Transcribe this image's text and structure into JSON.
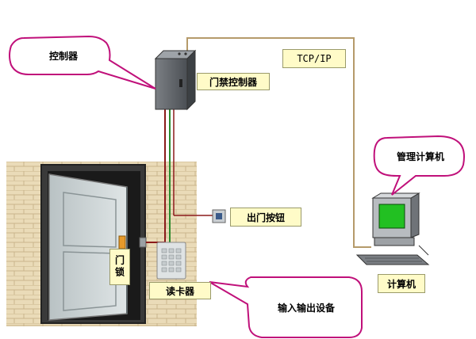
{
  "labels": {
    "controller_callout": "控制器",
    "access_controller": "门禁控制器",
    "protocol": "TCP/IP",
    "management_pc_callout": "管理计算机",
    "exit_button": "出门按钮",
    "door_lock": "门锁",
    "card_reader": "读卡器",
    "computer": "计算机",
    "io_device_callout": "输入输出设备"
  },
  "colors": {
    "label_fill": "#fffbc8",
    "bubble_stroke": "#c0107a",
    "wire_tan": "#b59a6a",
    "wire_red": "#8b1a1a",
    "wire_green": "#2e8b2e",
    "screen_green": "#22c022",
    "brick": "#e9d9b6"
  }
}
